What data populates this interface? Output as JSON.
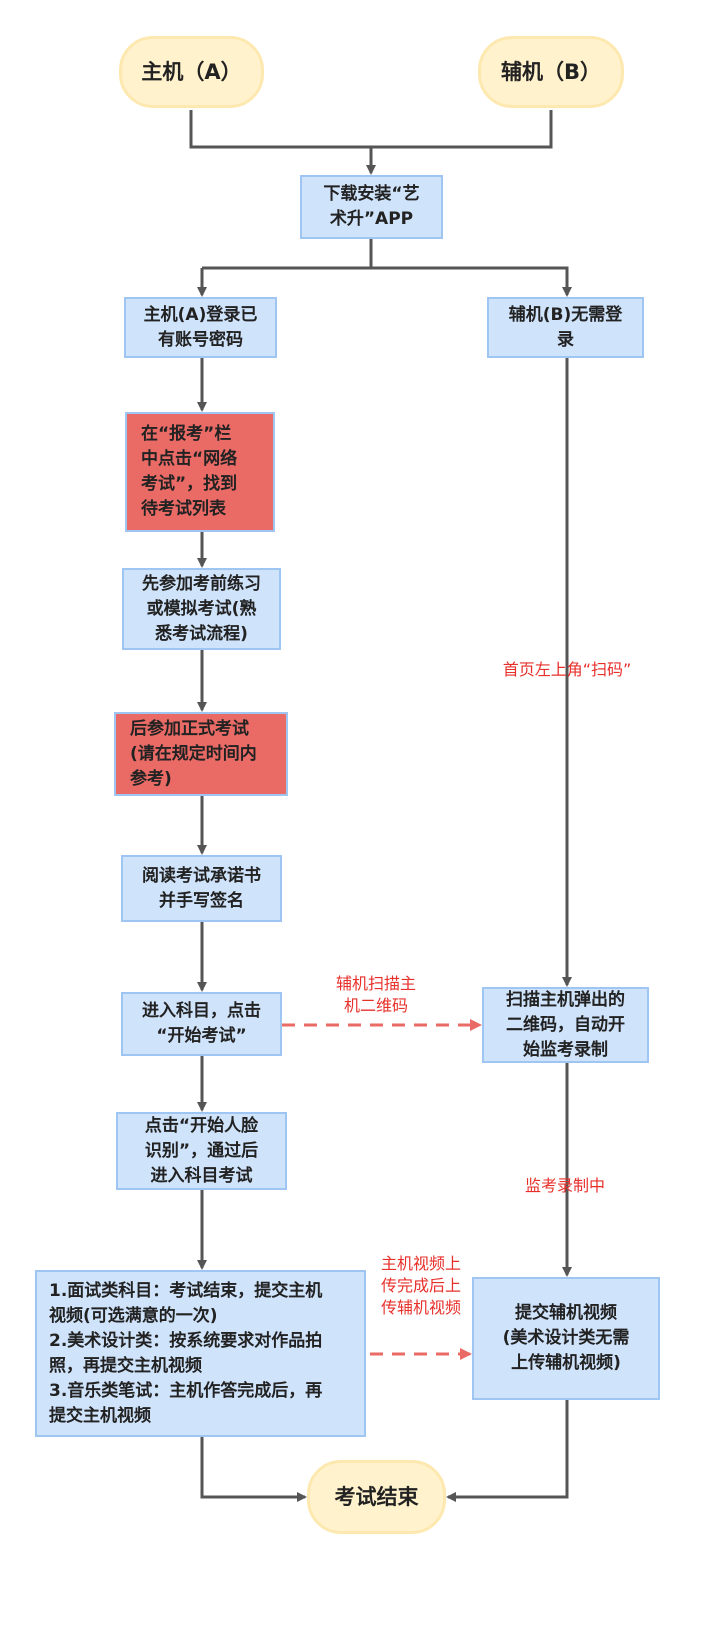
{
  "nodes": {
    "host_start": "主机（A）",
    "sub_start": "辅机（B）",
    "download": "下载安装“艺\n术升”APP",
    "host_login": "主机(A)登录已\n有账号密码",
    "sub_nologin": "辅机(B)无需登\n录",
    "find_list": "在“报考”栏\n中点击“网络\n考试”，找到\n待考试列表",
    "practice": "先参加考前练习\n或模拟考试(熟\n悉考试流程)",
    "formal_exam": "后参加正式考试\n(请在规定时间内\n参考)",
    "read_promise": "阅读考试承诺书\n并手写签名",
    "enter_subject": "进入科目，点击\n“开始考试”",
    "scan_qr": "扫描主机弹出的\n二维码，自动开\n始监考录制",
    "face_recog": "点击“开始人脸\n识别”，通过后\n进入科目考试",
    "submit_host": "1.面试类科目：考试结束，提交主机\n视频(可选满意的一次)\n2.美术设计类：按系统要求对作品拍\n照，再提交主机视频\n3.音乐类笔试：主机作答完成后，再\n提交主机视频",
    "submit_sub": "提交辅机视频\n(美术设计类无需\n上传辅机视频)",
    "exam_end": "考试结束"
  },
  "labels": {
    "scan_home": "首页左上角“扫码”",
    "sub_scan_host": "辅机扫描主\n机二维码",
    "recording": "监考录制中",
    "after_upload": "主机视频上\n传完成后上\n传辅机视频"
  },
  "colors": {
    "terminal_fill": "#fff2cc",
    "process_fill": "#cfe3fb",
    "highlight_fill": "#ea6b66",
    "edge": "#555555",
    "dashed_edge": "#ea6b66",
    "label_text": "#e8302b"
  }
}
